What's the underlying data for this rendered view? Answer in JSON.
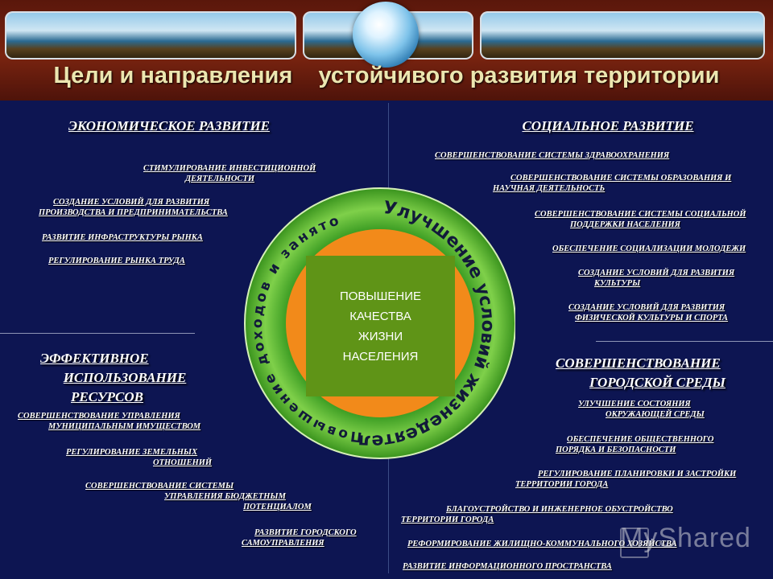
{
  "title": "Цели и направления    устойчивого развития территории",
  "economic": {
    "heading": "ЭКОНОМИЧЕСКОЕ РАЗВИТИЕ",
    "items": [
      [
        "СТИМУЛИРОВАНИЕ ИНВЕСТИЦИОННОЙ",
        "ДЕЯТЕЛЬНОСТИ"
      ],
      [
        "СОЗДАНИЕ УСЛОВИЙ ДЛЯ РАЗВИТИЯ",
        "ПРОИЗВОДСТВА И ПРЕДПРИНИМАТЕЛЬСТВА"
      ],
      [
        "РАЗВИТИЕ ИНФРАСТРУКТУРЫ РЫНКА"
      ],
      [
        "РЕГУЛИРОВАНИЕ РЫНКА ТРУДА"
      ]
    ]
  },
  "resources": {
    "heading": [
      "ЭФФЕКТИВНОЕ",
      "ИСПОЛЬЗОВАНИЕ",
      "РЕСУРСОВ"
    ],
    "items": [
      [
        "СОВЕРШЕНСТВОВАНИЕ УПРАВЛЕНИЯ",
        "МУНИЦИПАЛЬНЫМ ИМУЩЕСТВОМ"
      ],
      [
        "РЕГУЛИРОВАНИЕ ЗЕМЕЛЬНЫХ",
        "ОТНОШЕНИЙ"
      ],
      [
        "СОВЕРШЕНСТВОВАНИЕ СИСТЕМЫ",
        "УПРАВЛЕНИЯ БЮДЖЕТНЫМ",
        "ПОТЕНЦИАЛОМ"
      ],
      [
        "РАЗВИТИЕ ГОРОДСКОГО",
        "САМОУПРАВЛЕНИЯ"
      ]
    ]
  },
  "social": {
    "heading": "СОЦИАЛЬНОЕ РАЗВИТИЕ",
    "items": [
      [
        "СОВЕРШЕНСТВОВАНИЕ СИСТЕМЫ ЗДРАВООХРАНЕНИЯ"
      ],
      [
        "СОВЕРШЕНСТВОВАНИЕ СИСТЕМЫ ОБРАЗОВАНИЯ И",
        "НАУЧНАЯ ДЕЯТЕЛЬНОСТЬ"
      ],
      [
        "СОВЕРШЕНСТВОВАНИЕ СИСТЕМЫ СОЦИАЛЬНОЙ",
        "ПОДДЕРЖКИ НАСЕЛЕНИЯ"
      ],
      [
        "ОБЕСПЕЧЕНИЕ СОЦИАЛИЗАЦИИ МОЛОДЕЖИ"
      ],
      [
        "СОЗДАНИЕ УСЛОВИЙ ДЛЯ РАЗВИТИЯ",
        "КУЛЬТУРЫ"
      ],
      [
        "СОЗДАНИЕ УСЛОВИЙ ДЛЯ РАЗВИТИЯ",
        "ФИЗИЧЕСКОЙ КУЛЬТУРЫ И СПОРТА"
      ]
    ]
  },
  "urban": {
    "heading": [
      "СОВЕРШЕНСТВОВАНИЕ",
      "ГОРОДСКОЙ СРЕДЫ"
    ],
    "items": [
      [
        "УЛУЧШЕНИЕ СОСТОЯНИЯ",
        "ОКРУЖАЮЩЕЙ СРЕДЫ"
      ],
      [
        "ОБЕСПЕЧЕНИЕ ОБЩЕСТВЕННОГО",
        "ПОРЯДКА И БЕЗОПАСНОСТИ"
      ],
      [
        "РЕГУЛИРОВАНИЕ ПЛАНИРОВКИ И ЗАСТРОЙКИ",
        "ТЕРРИТОРИИ ГОРОДА"
      ],
      [
        "БЛАГОУСТРОЙСТВО И ИНЖЕНЕРНОЕ ОБУСТРОЙСТВО",
        "ТЕРРИТОРИИ ГОРОДА"
      ],
      [
        "РЕФОРМИРОВАНИЕ ЖИЛИЩНО-КОММУНАЛЬНОГО ХОЗЯЙСТВА"
      ],
      [
        "РАЗВИТИЕ ИНФОРМАЦИОННОГО ПРОСТРАНСТВА"
      ]
    ]
  },
  "center": [
    "ПОВЫШЕНИЕ",
    "КАЧЕСТВА",
    "ЖИЗНИ",
    "НАСЕЛЕНИЯ"
  ],
  "ring": {
    "left_text": "Повышение доходов и занятости",
    "right_text": "Улучшение условий жизнедеятельности"
  },
  "watermark": "MyShared",
  "colors": {
    "background": "#0d1552",
    "banner": "#6a1d0d",
    "ring_green": "#4fae2c",
    "orange": "#f28a1a",
    "center_box": "#5f9417"
  }
}
